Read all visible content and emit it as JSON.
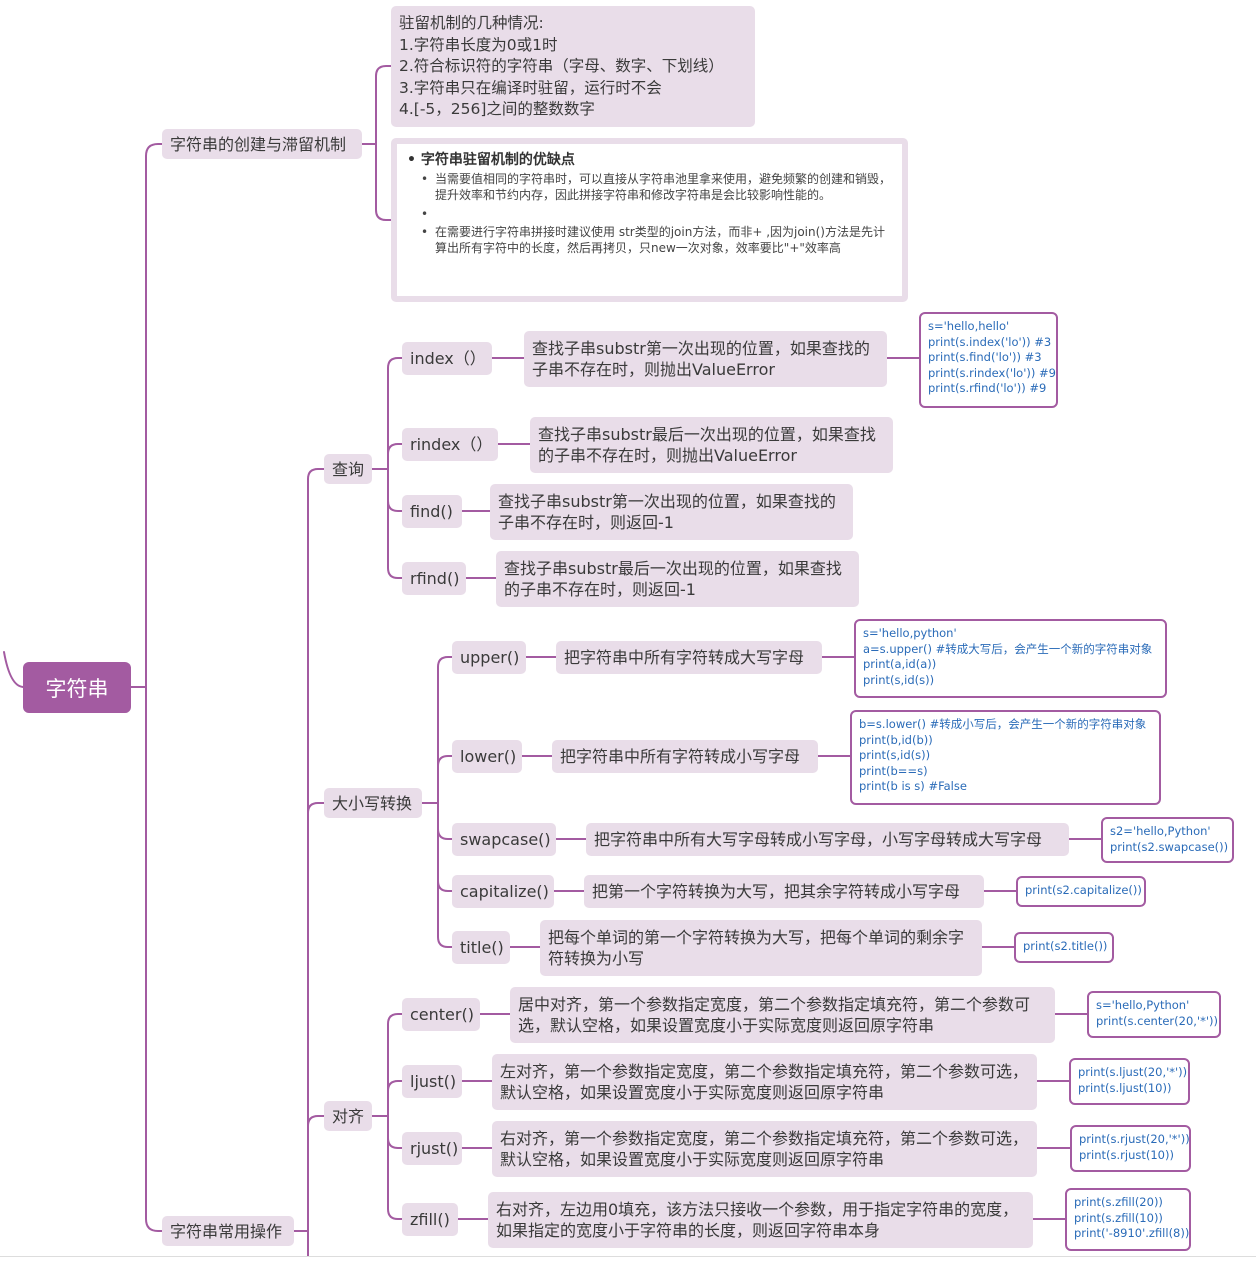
{
  "root": "字符串",
  "branch_create": {
    "label": "字符串的创建与滞留机制",
    "cases": [
      "驻留机制的几种情况:",
      "1.字符串长度为0或1时",
      "2.符合标识符的字符串（字母、数字、下划线）",
      "3.字符串只在编译时驻留，运行时不会",
      "4.[-5，256]之间的整数数字"
    ],
    "note": {
      "title": "字符串驻留机制的优缺点",
      "points": [
        "当需要值相同的字符串时，可以直接从字符串池里拿来使用，避免频繁的创建和销毁，提升效率和节约内存，因此拼接字符串和修改字符串是会比较影响性能的。",
        "",
        "在需要进行字符串拼接时建议使用 str类型的join方法，而非+ ,因为join()方法是先计算出所有字符中的长度，然后再拷贝，只new一次对象，效率要比\"+\"效率高"
      ]
    }
  },
  "branch_ops": {
    "label": "字符串常用操作",
    "query": {
      "label": "查询",
      "items": [
        {
          "name": "index（）",
          "desc": "查找子串substr第一次出现的位置，如果查找的子串不存在时，则抛出ValueError"
        },
        {
          "name": "rindex（）",
          "desc": "查找子串substr最后一次出现的位置，如果查找的子串不存在时，则抛出ValueError"
        },
        {
          "name": "find()",
          "desc": "查找子串substr第一次出现的位置，如果查找的子串不存在时，则返回-1"
        },
        {
          "name": "rfind()",
          "desc": "查找子串substr最后一次出现的位置，如果查找的子串不存在时，则返回-1"
        }
      ],
      "code": [
        "s='hello,hello'",
        "print(s.index('lo')) #3",
        "print(s.find('lo')) #3",
        "print(s.rindex('lo')) #9",
        "print(s.rfind('lo')) #9"
      ]
    },
    "case": {
      "label": "大小写转换",
      "items": [
        {
          "name": "upper()",
          "desc": "把字符串中所有字符转成大写字母",
          "code": [
            "s='hello,python'",
            "a=s.upper() #转成大写后，会产生一个新的字符串对象",
            "print(a,id(a))",
            "print(s,id(s))"
          ]
        },
        {
          "name": "lower()",
          "desc": "把字符串中所有字符转成小写字母",
          "code": [
            "b=s.lower() #转成小写后，会产生一个新的字符串对象",
            "print(b,id(b))",
            "print(s,id(s))",
            "print(b==s)",
            "print(b is s) #False"
          ]
        },
        {
          "name": "swapcase()",
          "desc": "把字符串中所有大写字母转成小写字母，小写字母转成大写字母",
          "code": [
            "s2='hello,Python'",
            "print(s2.swapcase())"
          ]
        },
        {
          "name": "capitalize()",
          "desc": "把第一个字符转换为大写，把其余字符转成小写字母",
          "code": [
            "print(s2.capitalize())"
          ]
        },
        {
          "name": "title()",
          "desc": "把每个单词的第一个字符转换为大写，把每个单词的剩余字符转换为小写",
          "code": [
            "print(s2.title())"
          ]
        }
      ]
    },
    "align": {
      "label": "对齐",
      "items": [
        {
          "name": "center()",
          "desc": "居中对齐，第一个参数指定宽度，第二个参数指定填充符，第二个参数可选，默认空格，如果设置宽度小于实际宽度则返回原字符串",
          "code": [
            "s='hello,Python'",
            "print(s.center(20,'*'))"
          ]
        },
        {
          "name": "ljust()",
          "desc": "左对齐，第一个参数指定宽度，第二个参数指定填充符，第二个参数可选，默认空格，如果设置宽度小于实际宽度则返回原字符串",
          "code": [
            "print(s.ljust(20,'*'))",
            "print(s.ljust(10))"
          ]
        },
        {
          "name": "rjust()",
          "desc": "右对齐，第一个参数指定宽度，第二个参数指定填充符，第二个参数可选，默认空格，如果设置宽度小于实际宽度则返回原字符串",
          "code": [
            "print(s.rjust(20,'*'))",
            "print(s.rjust(10))"
          ]
        },
        {
          "name": "zfill()",
          "desc": "右对齐，左边用0填充，该方法只接收一个参数，用于指定字符串的宽度，如果指定的宽度小于字符串的长度，则返回字符串本身",
          "code": [
            "print(s.zfill(20))",
            "print(s.zfill(10))",
            "print('-8910'.zfill(8))"
          ]
        }
      ]
    }
  },
  "colors": {
    "accent": "#a35ba1",
    "node_bg": "#e9dde9",
    "code_text": "#2a6bb8"
  }
}
